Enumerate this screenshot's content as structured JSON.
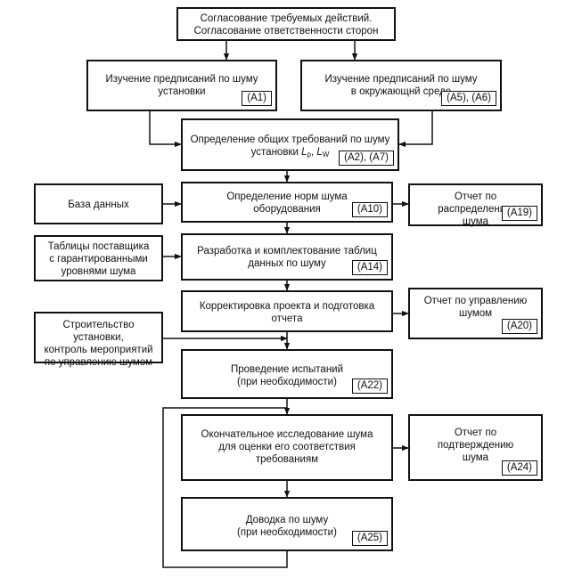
{
  "boxes": {
    "agreement": {
      "title": "Согласование требуемых действий.\nСогласование ответственности сторон"
    },
    "study_plant": {
      "title": "Изучение предписаний по шуму\nустановки",
      "code": "(A1)"
    },
    "study_env": {
      "title": "Изучение предписаний по шуму\nв окружающнй среде",
      "code": "(A5), (A6)"
    },
    "general_req": {
      "title_line1": "Определение общих требований  по шуму",
      "title_line2": "установки",
      "lp_symbol": "L",
      "lp_sub": "p",
      "lw_symbol": "L",
      "lw_sub": "W",
      "code": "(A2), (A7)"
    },
    "database": {
      "title": "База данных"
    },
    "equip_norms": {
      "title": "Определение норм шума\nоборудования",
      "code": "(A10)"
    },
    "distrib_report": {
      "title": "Отчет по распределению\nшума",
      "code": "(A19)"
    },
    "supplier_tables": {
      "title": "Таблицы поставщика\nс гарантированными\nуровнями шума"
    },
    "noise_tables": {
      "title": "Разработка и комплектование таблиц\nданных по шуму",
      "code": "(A14)"
    },
    "correction": {
      "title": "Корректировка проекта и подготовка\nотчета"
    },
    "mgmt_report": {
      "title": "Отчет по управлению\nшумом",
      "code": "(A20)"
    },
    "construction": {
      "title": "Строительство установки,\nконтроль мероприятий\nпо управлению шумом"
    },
    "testing": {
      "title": "Проведение испытаний\n(при необходимости)",
      "code": "(A22)"
    },
    "final_study": {
      "title": "Окончательное исследование шума\nдля оценки его соответствия\nтребованиям"
    },
    "confirm_report": {
      "title": "Отчет по\nподтверждению\nшума",
      "code": "(A24)"
    },
    "finishing": {
      "title": "Доводка по шуму\n(при необходимости)",
      "code": "(A25)"
    }
  }
}
